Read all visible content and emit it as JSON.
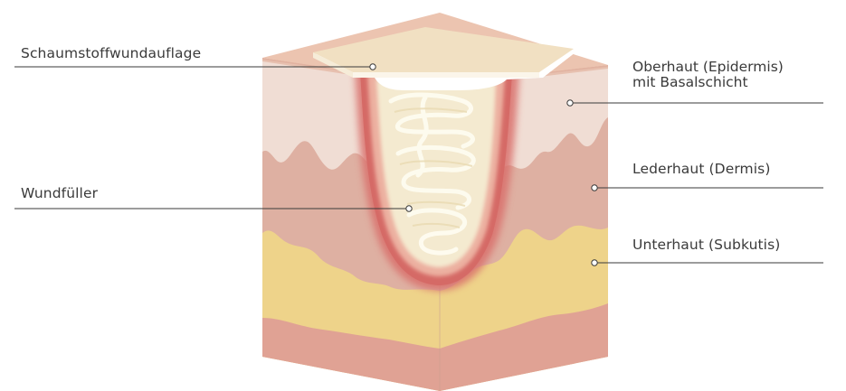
{
  "labels": {
    "foam_dressing": "Schaumstoffwundauflage",
    "wound_filler": "Wundfüller",
    "epidermis_line1": "Oberhaut (Epidermis)",
    "epidermis_line2": "mit Basalschicht",
    "dermis": "Lederhaut (Dermis)",
    "subcutis": "Unterhaut (Subkutis)"
  },
  "colors": {
    "skin_top": "#ecc4b0",
    "epidermis": "#f0ddd4",
    "dermis": "#deb0a2",
    "subcutis_fat": "#eed38a",
    "muscle": "#e0a294",
    "wound_rim": "#d9706c",
    "filler": "#f3ecd0",
    "foam": "#f1e0c2",
    "leader_line": "#3a3a3a"
  }
}
